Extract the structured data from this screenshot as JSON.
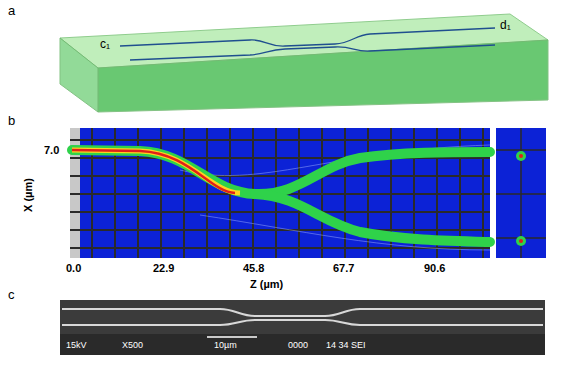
{
  "diagram": {
    "labels": [
      "a",
      "c₁",
      "d₁",
      "b",
      "7.0",
      "X (µm)",
      "0.0",
      "22.9",
      "45.8",
      "67.7",
      "90.6",
      "Z (µm)",
      "c",
      "15kV",
      "X500",
      "10µm",
      "0000",
      "14 34 SEI"
    ]
  }
}
